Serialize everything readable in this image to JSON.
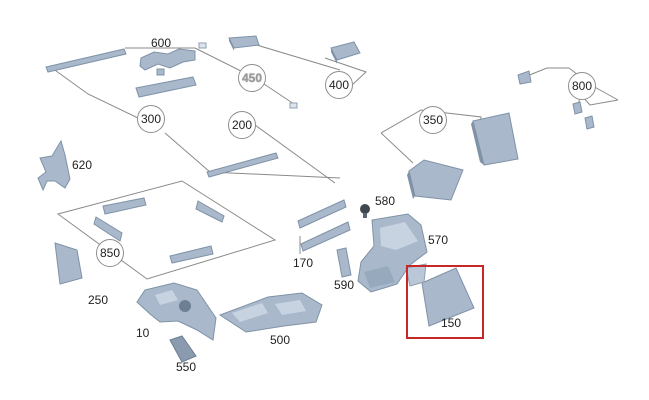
{
  "colors": {
    "part_fill": "#a9b9cb",
    "part_light": "#c7d3e0",
    "part_dark": "#7f92a7",
    "leader_line": "#8a8a8a",
    "highlight": "#c62828"
  },
  "callouts": [
    {
      "id": "600",
      "text": "600",
      "circled": false
    },
    {
      "id": "450",
      "text": "450",
      "circled": true,
      "ghost": true
    },
    {
      "id": "400",
      "text": "400",
      "circled": true
    },
    {
      "id": "300",
      "text": "300",
      "circled": true
    },
    {
      "id": "200",
      "text": "200",
      "circled": true
    },
    {
      "id": "620",
      "text": "620",
      "circled": false
    },
    {
      "id": "350",
      "text": "350",
      "circled": true
    },
    {
      "id": "800",
      "text": "800",
      "circled": true
    },
    {
      "id": "580",
      "text": "580",
      "circled": false
    },
    {
      "id": "570",
      "text": "570",
      "circled": false
    },
    {
      "id": "850",
      "text": "850",
      "circled": true
    },
    {
      "id": "170",
      "text": "170",
      "circled": false
    },
    {
      "id": "590",
      "text": "590",
      "circled": false
    },
    {
      "id": "250",
      "text": "250",
      "circled": false
    },
    {
      "id": "10",
      "text": "10",
      "circled": false
    },
    {
      "id": "500",
      "text": "500",
      "circled": false
    },
    {
      "id": "150",
      "text": "150",
      "circled": false,
      "highlighted": true
    },
    {
      "id": "550",
      "text": "550",
      "circled": false
    }
  ]
}
